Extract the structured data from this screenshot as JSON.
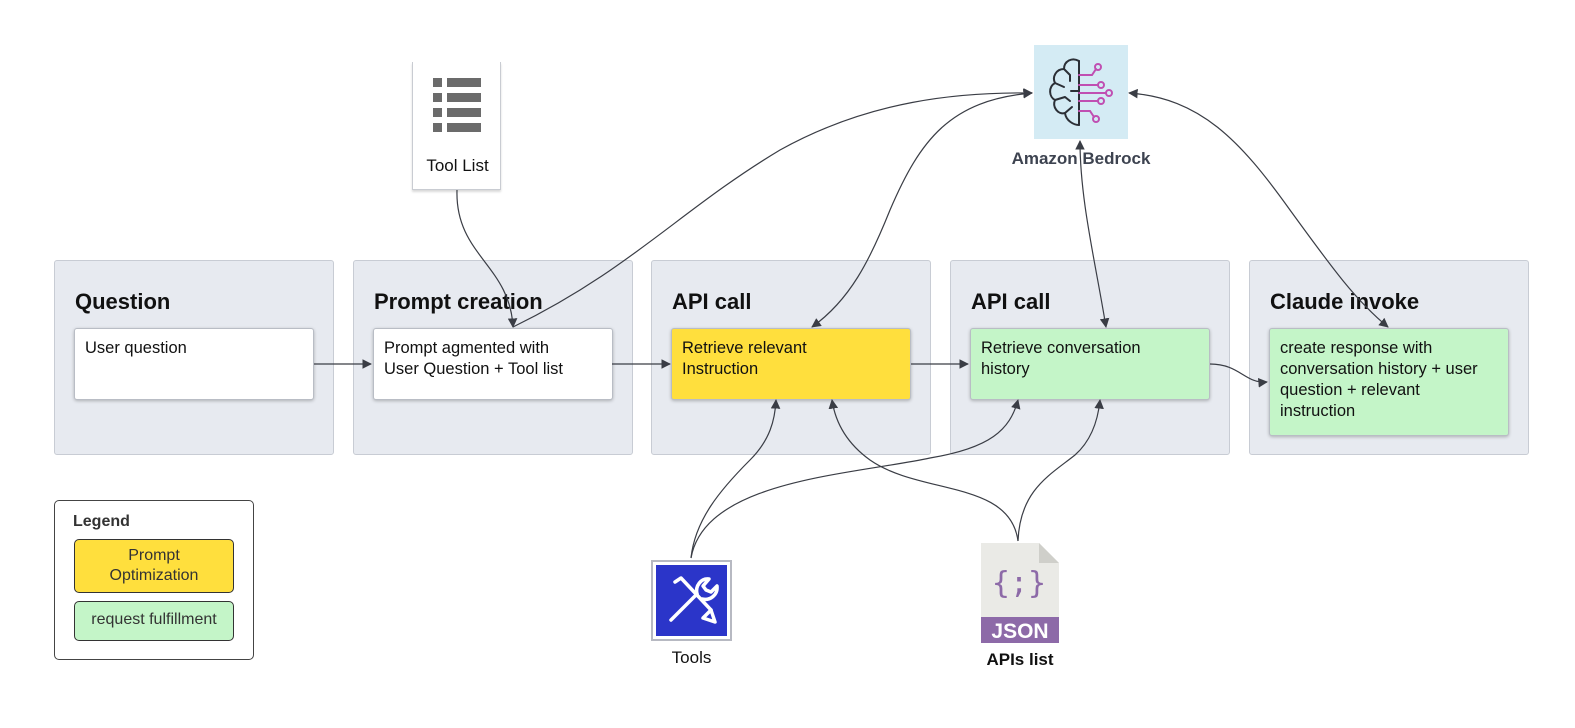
{
  "stages": [
    {
      "title": "Question",
      "box": "User question"
    },
    {
      "title": "Prompt creation",
      "box": "Prompt agmented with\nUser Question + Tool list"
    },
    {
      "title": "API call",
      "box": "Retrieve relevant\nInstruction"
    },
    {
      "title": "API call",
      "box": "Retrieve conversation\nhistory"
    },
    {
      "title": "Claude invoke",
      "box": "create response with\nconversation history + user\nquestion + relevant\ninstruction"
    }
  ],
  "tool_list": {
    "label": "Tool List",
    "icon": "list-icon"
  },
  "bedrock": {
    "label": "Amazon Bedrock",
    "icon": "brain-circuit-icon"
  },
  "tools": {
    "label": "Tools",
    "icon": "wrench-screwdriver-icon"
  },
  "apis": {
    "label": "APIs list",
    "icon": "json-file-icon",
    "badge": "JSON",
    "glyph": "{;}"
  },
  "legend": {
    "title": "Legend",
    "items": [
      {
        "label": "Prompt\nOptimization",
        "color": "#ffdf3d"
      },
      {
        "label": "request fulfillment",
        "color": "#c4f5c8"
      }
    ]
  },
  "colors": {
    "stage_bg": "#e7eaf0",
    "yellow": "#ffdf3d",
    "green": "#c4f5c8",
    "arrow": "#3a3d45"
  }
}
